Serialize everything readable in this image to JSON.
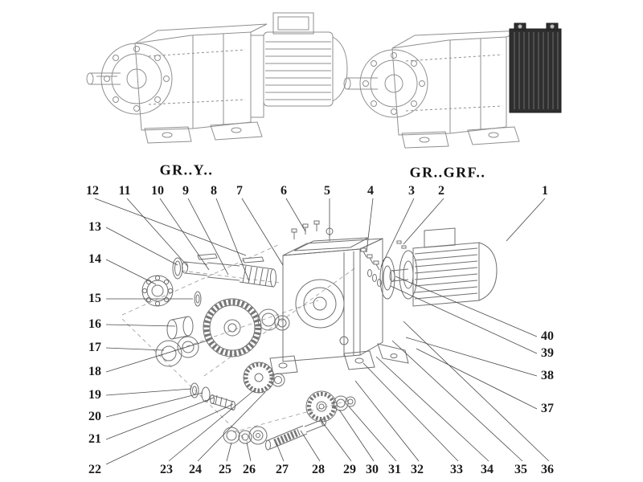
{
  "figure": {
    "titles": {
      "left": "GR..Y..",
      "right": "GR..GRF.."
    },
    "callouts": {
      "top": [
        "12",
        "11",
        "10",
        "9",
        "8",
        "7",
        "6",
        "5",
        "4",
        "3",
        "2",
        "1"
      ],
      "left": [
        "13",
        "14",
        "15",
        "16",
        "17",
        "18",
        "19",
        "20",
        "21",
        "22"
      ],
      "bottom": [
        "23",
        "24",
        "25",
        "26",
        "27",
        "28",
        "29",
        "30",
        "31",
        "32",
        "33",
        "34",
        "35",
        "36"
      ],
      "right": [
        "40",
        "39",
        "38",
        "37"
      ]
    }
  },
  "colors": {
    "assembled_line": "#8f8f8f",
    "exploded_line": "#707070",
    "leader_line": "#4a4a4a",
    "text": "#1c1c1c",
    "cover_fill": "#2f2f2f"
  }
}
